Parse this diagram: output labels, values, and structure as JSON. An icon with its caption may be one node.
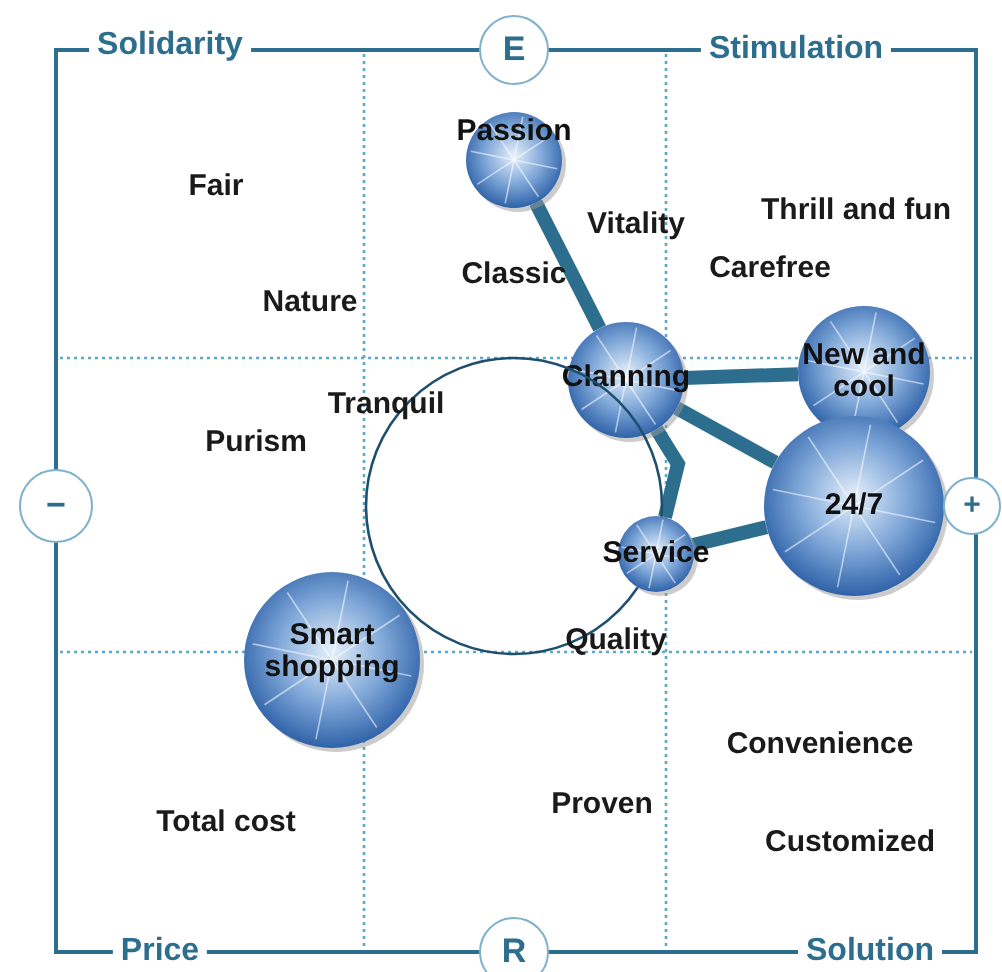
{
  "diagram": {
    "nodes": [
      {
        "text": [
          "E"
        ]
      },
      {
        "text": [
          "Passion"
        ]
      },
      {
        "text": [
          "Clanning"
        ]
      },
      {
        "text": [
          "New and cool"
        ]
      },
      {
        "text": [
          "−"
        ]
      },
      {
        "text": [],
        "shape": "circle"
      },
      {
        "text": [
          "24/7"
        ]
      },
      {
        "text": [
          "+"
        ]
      },
      {
        "text": [
          "Service"
        ]
      },
      {
        "text": [
          "Smart shopping"
        ]
      },
      {
        "text": [
          "R"
        ]
      }
    ],
    "edges": [
      {
        "from": 1,
        "to": 2,
        "arrow": "none"
      },
      {
        "from": 2,
        "to": 3,
        "arrow": "none"
      },
      {
        "from": 2,
        "to": 6,
        "arrow": "none"
      },
      {
        "from": 2,
        "to": 8,
        "arrow": "none"
      },
      {
        "from": 8,
        "to": 6,
        "arrow": "none"
      }
    ],
    "labels": [
      "Solidarity",
      "Stimulation",
      "Fair",
      "Thrill and fun",
      "Vitality",
      "Classic",
      "Carefree",
      "Nature",
      "Tranquil",
      "Purism",
      "Quality",
      "Convenience",
      "Proven",
      "Total cost",
      "Customized",
      "Price",
      "Solution"
    ]
  }
}
